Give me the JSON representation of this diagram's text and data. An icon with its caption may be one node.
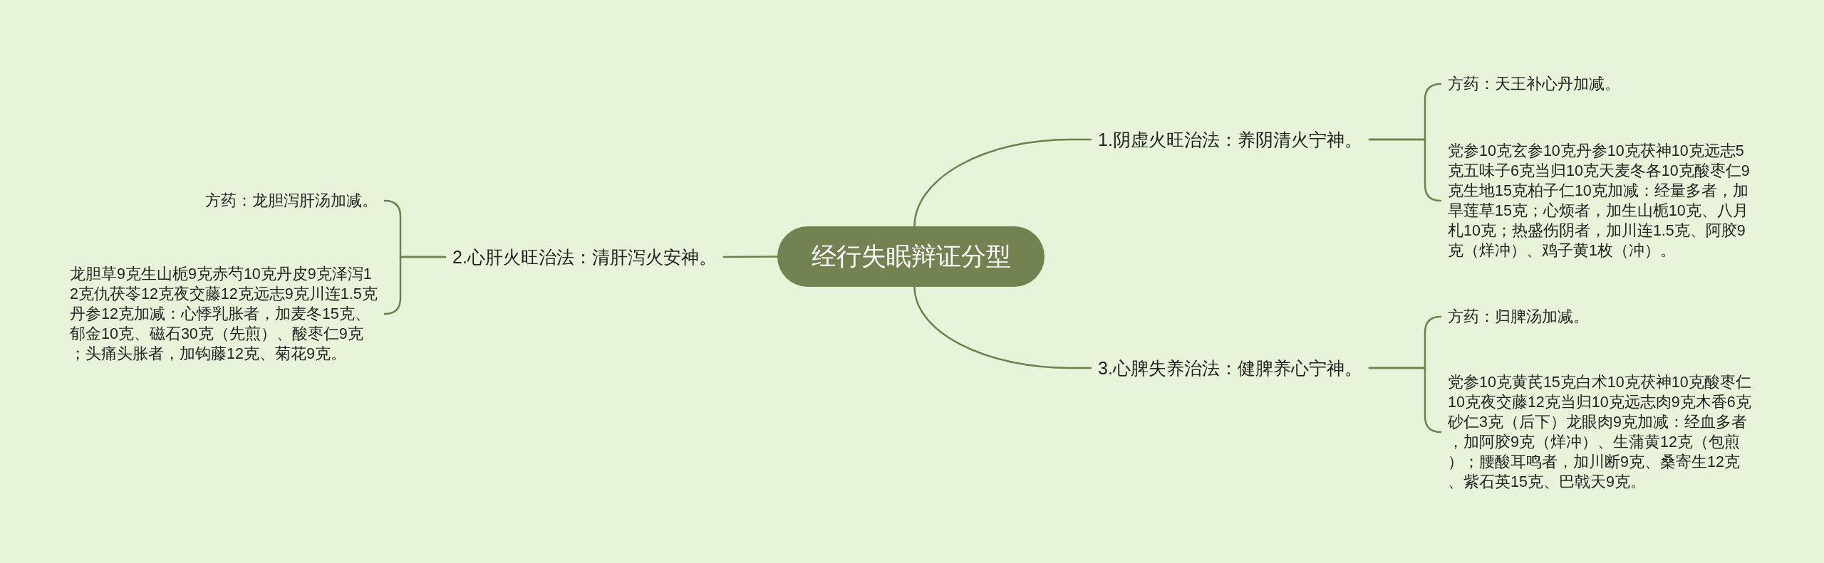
{
  "diagram": {
    "nodes": [
      {
        "text": [
          "经行失眠辩证分型"
        ]
      },
      {
        "text": [
          "1.阴虚火旺治法：养阴清火宁神。"
        ]
      },
      {
        "text": [
          "方药：天王补心丹加减。"
        ]
      },
      {
        "text": [
          "党参10克玄参10克丹参10克茯神10克远志5克五味子6克当归10克天麦冬各10克酸枣仁9克生地15克柏子仁10克加减：经量多者，加旱莲草15克；心烦者，加生山栀10克、八月札10克；热盛伤阴者，加川连1.5克、阿胶9克（烊冲）、鸡子黄1枚（冲）。"
        ]
      },
      {
        "text": [
          "2.心肝火旺治法：清肝泻火安神。"
        ]
      },
      {
        "text": [
          "方药：龙胆泻肝汤加减。"
        ]
      },
      {
        "text": [
          "龙胆草9克生山栀9克赤芍10克丹皮9克泽泻12克仇茯苓12克夜交藤12克远志9克川连1.5克丹参12克加减：心悸乳胀者，加麦冬15克、郁金10克、磁石30克（先煎）、酸枣仁9克；头痛头胀者，加钩藤12克、菊花9克。"
        ]
      },
      {
        "text": [
          "3.心脾失养治法：健脾养心宁神。"
        ]
      },
      {
        "text": [
          "方药：归脾汤加减。"
        ]
      },
      {
        "text": [
          "党参10克黄芪15克白术10克茯神10克酸枣仁10克夜交藤12克当归10克远志肉9克木香6克砂仁3克（后下）龙眼肉9克加减：经血多者，加阿胶9克（烊冲）、生蒲黄12克（包煎）；腰酸耳鸣者，加川断9克、桑寄生12克、紫石英15克、巴戟天9克。"
        ]
      }
    ],
    "edges": [
      {
        "from": 0,
        "to": 1,
        "arrow": "none"
      },
      {
        "from": 1,
        "to": 2,
        "arrow": "none"
      },
      {
        "from": 1,
        "to": 3,
        "arrow": "none"
      },
      {
        "from": 0,
        "to": 4,
        "arrow": "none"
      },
      {
        "from": 4,
        "to": 5,
        "arrow": "none"
      },
      {
        "from": 4,
        "to": 6,
        "arrow": "none"
      },
      {
        "from": 0,
        "to": 7,
        "arrow": "none"
      },
      {
        "from": 7,
        "to": 8,
        "arrow": "none"
      },
      {
        "from": 7,
        "to": 9,
        "arrow": "none"
      }
    ]
  }
}
